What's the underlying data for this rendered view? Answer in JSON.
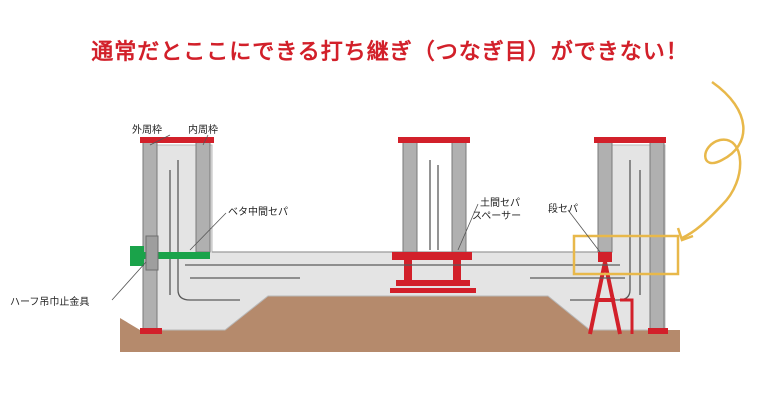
{
  "headline": "通常だとここにできる打ち継ぎ（つなぎ目）ができない！",
  "labels": {
    "outer_frame": "外周枠",
    "inner_frame": "内周枠",
    "beta_separator": "ベタ中間セパ",
    "half_hanger": "ハーフ吊巾止金具",
    "earth_separator_line1": "土間セパ",
    "earth_separator_line2": "スペーサー",
    "step_separator": "段セパ"
  },
  "colors": {
    "headline": "#d2202a",
    "highlight_box": "#e8b84a",
    "arrow": "#e8b84a",
    "formwork_red": "#d2202a",
    "green_part": "#1aa34a",
    "concrete": "#e4e4e4",
    "soil": "#b58a6c",
    "steel": "#a8a8a8"
  }
}
